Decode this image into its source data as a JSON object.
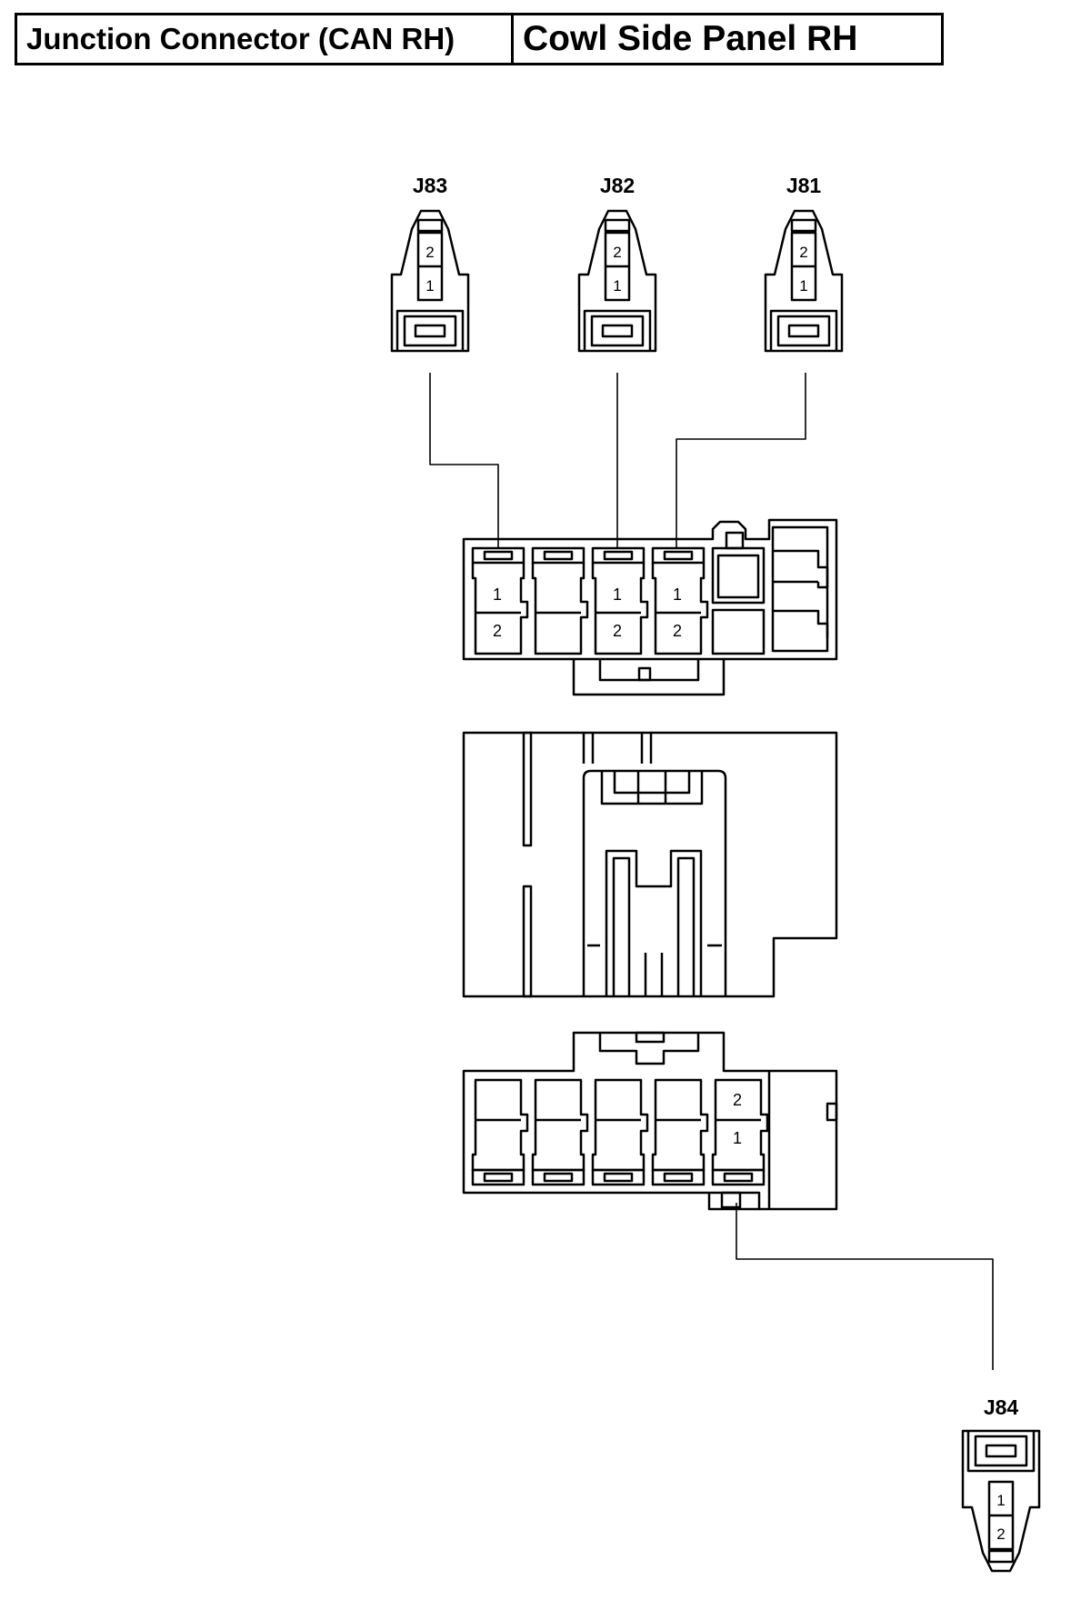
{
  "header": {
    "left": "Junction Connector (CAN RH)",
    "right": "Cowl Side Panel RH"
  },
  "connectors": {
    "j83": {
      "label": "J83",
      "pin_top": "2",
      "pin_bottom": "1"
    },
    "j82": {
      "label": "J82",
      "pin_top": "2",
      "pin_bottom": "1"
    },
    "j81": {
      "label": "J81",
      "pin_top": "2",
      "pin_bottom": "1"
    },
    "j84": {
      "label": "J84",
      "pin_top": "1",
      "pin_bottom": "2"
    }
  },
  "junction_top": {
    "cavity1": {
      "upper": "1",
      "lower": "2"
    },
    "cavity3": {
      "upper": "1",
      "lower": "2"
    },
    "cavity4": {
      "upper": "1",
      "lower": "2"
    }
  },
  "junction_bottom": {
    "cavity5": {
      "upper": "2",
      "lower": "1"
    }
  }
}
